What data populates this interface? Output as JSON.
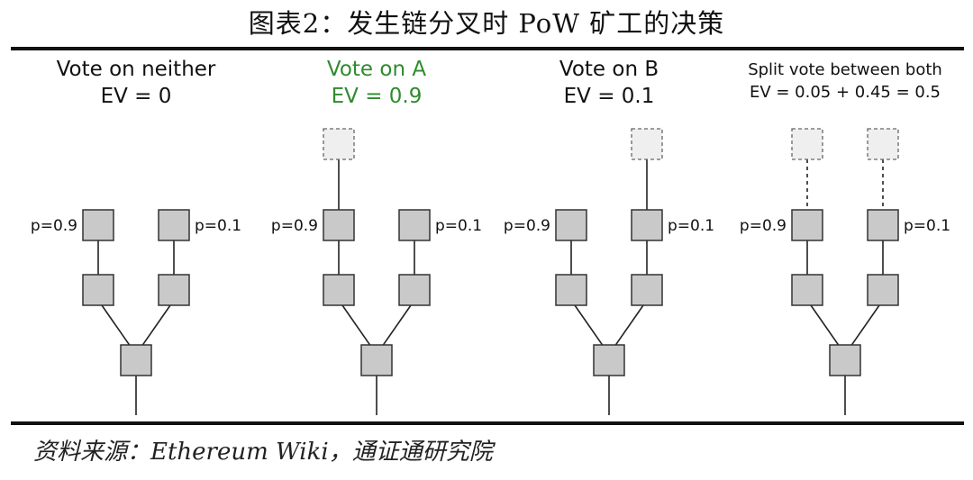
{
  "title": "图表2：发生链分叉时 PoW 矿工的决策",
  "source": "资料来源：Ethereum Wiki，通证通研究院",
  "panels": [
    {
      "heading": "Vote on neither",
      "ev": "EV = 0",
      "left_prob": "p=0.9",
      "right_prob": "p=0.1",
      "vote": "none",
      "highlight_color": ""
    },
    {
      "heading": "Vote on A",
      "ev": "EV = 0.9",
      "left_prob": "p=0.9",
      "right_prob": "p=0.1",
      "vote": "A",
      "highlight_color": "#2e8b2e"
    },
    {
      "heading": "Vote on B",
      "ev": "EV = 0.1",
      "left_prob": "p=0.9",
      "right_prob": "p=0.1",
      "vote": "B",
      "highlight_color": ""
    },
    {
      "heading": "Split vote between both",
      "ev": "EV = 0.05 + 0.45 = 0.5",
      "left_prob": "p=0.9",
      "right_prob": "p=0.1",
      "vote": "both",
      "highlight_color": ""
    }
  ]
}
